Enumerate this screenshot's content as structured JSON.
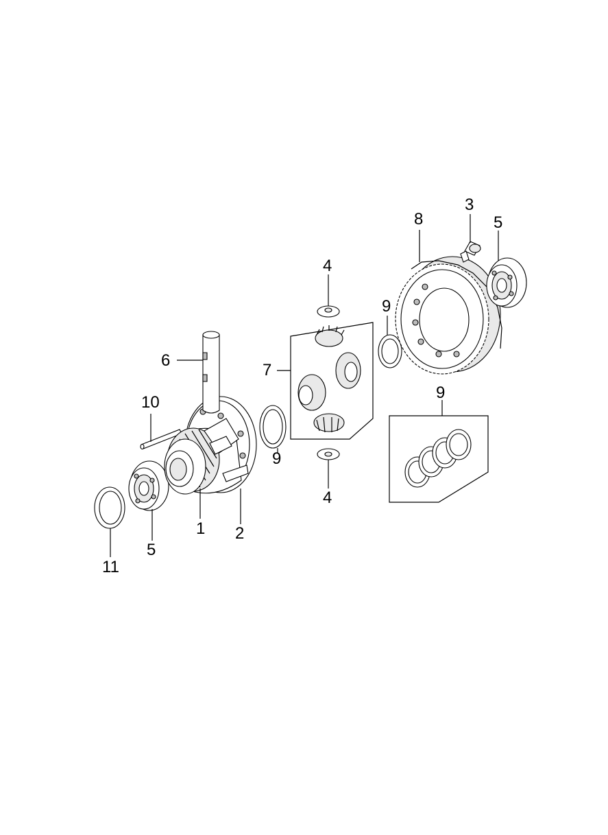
{
  "labels": {
    "p1": "1",
    "p2": "2",
    "p3": "3",
    "p4a": "4",
    "p4b": "4",
    "p5a": "5",
    "p5b": "5",
    "p6": "6",
    "p7": "7",
    "p8": "8",
    "p9a": "9",
    "p9b": "9",
    "p9c": "9",
    "p10": "10",
    "p11": "11"
  }
}
